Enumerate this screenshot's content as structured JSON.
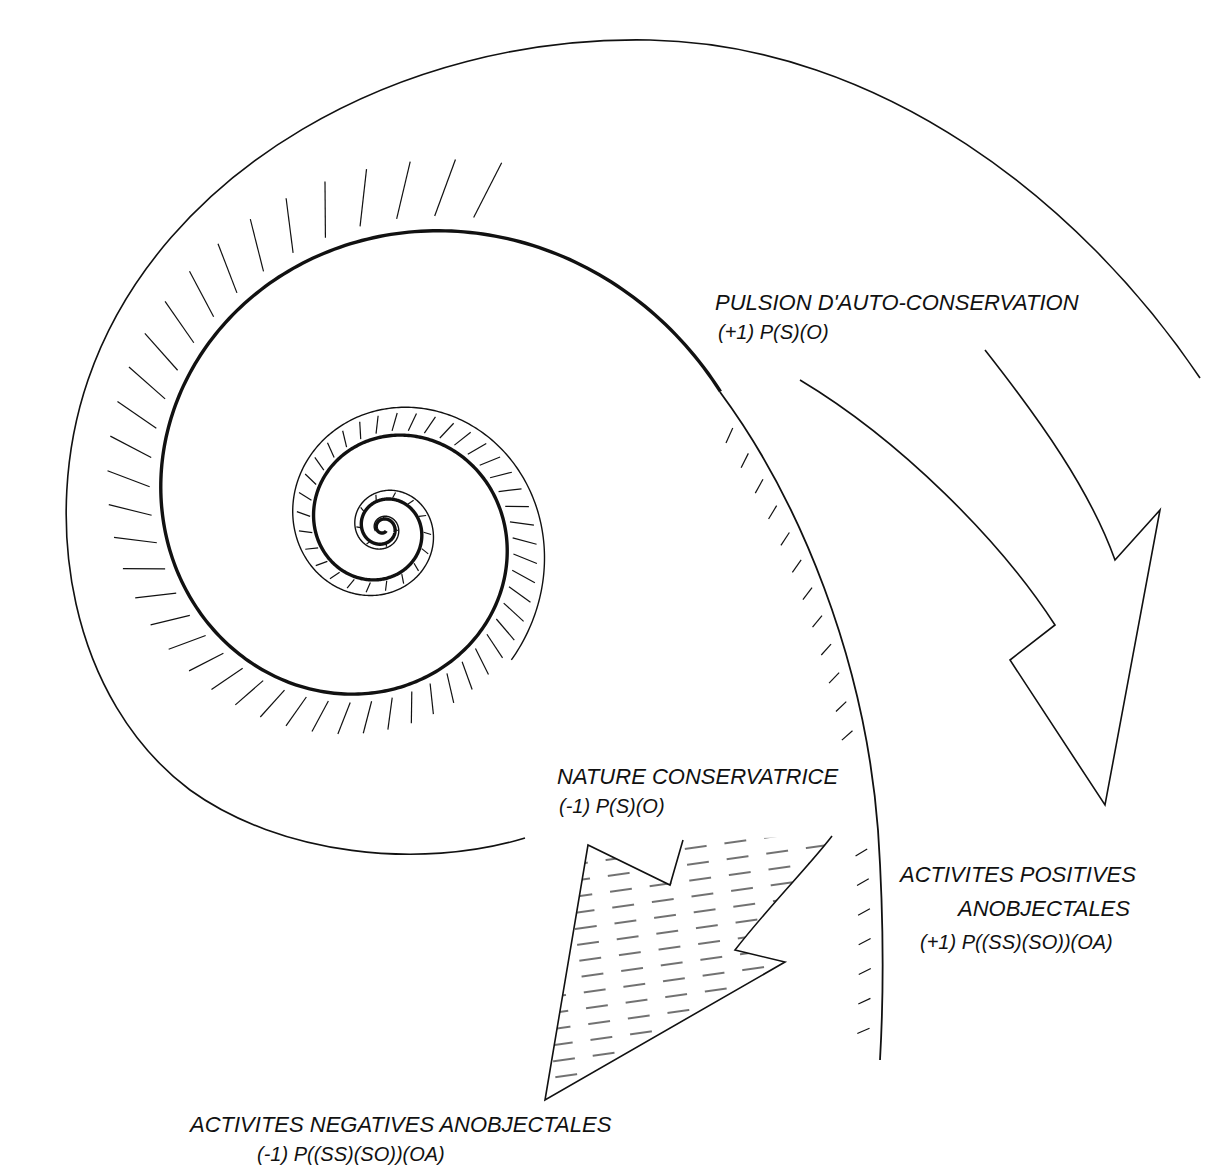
{
  "diagram": {
    "labels": [
      "PULSION D'AUTO-CONSERVATION",
      "(+1) P(S)(O)",
      "NATURE CONSERVATRICE",
      "(-1) P(S)(O)",
      "ACTIVITES POSITIVES ANOBJECTALES",
      "(+1) P((SS)(SO))(OA)",
      "ACTIVITES NEGATIVES ANOBJECTALES",
      "(-1) P((SS)(SO))(OA)"
    ]
  }
}
